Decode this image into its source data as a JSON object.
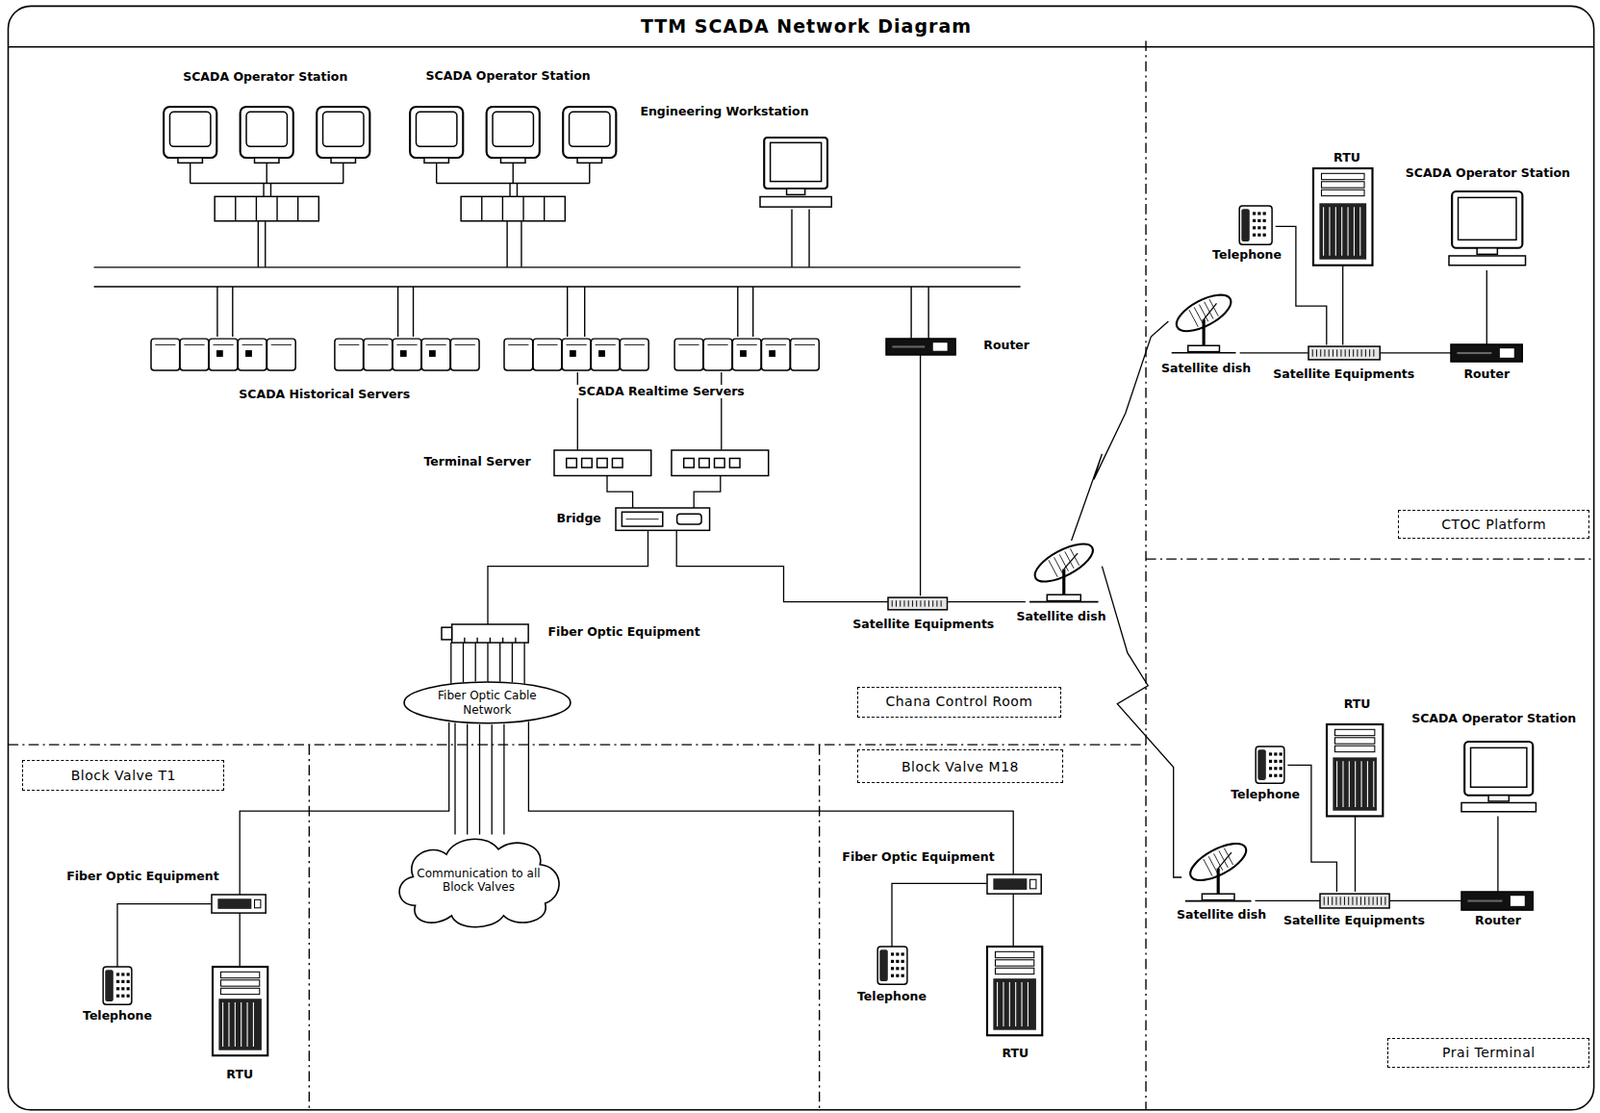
{
  "diagram": {
    "title": "TTM SCADA Network Diagram",
    "nodes": [
      {
        "text": [
          "SCADA Operator Station"
        ]
      },
      {
        "text": [
          "SCADA Operator Station"
        ]
      },
      {
        "text": [
          "Engineering Workstation"
        ]
      },
      {
        "text": [
          "SCADA Historical Servers"
        ]
      },
      {
        "text": [
          "SCADA Realtime Servers"
        ]
      },
      {
        "text": [
          "Router"
        ]
      },
      {
        "text": [
          "Terminal Server"
        ]
      },
      {
        "text": [
          "Bridge"
        ]
      },
      {
        "text": [
          "Fiber Optic Equipment"
        ]
      },
      {
        "text": [
          "Fiber Optic Cable Network"
        ]
      },
      {
        "text": [
          "Communication to all Block Valves"
        ]
      },
      {
        "text": [
          "Satellite Equipments"
        ]
      },
      {
        "text": [
          "Satellite dish"
        ]
      },
      {
        "text": [
          "Chana Control Room"
        ]
      },
      {
        "text": [
          "Block Valve T1"
        ]
      },
      {
        "text": [
          "Fiber Optic Equipment"
        ]
      },
      {
        "text": [
          "Telephone"
        ]
      },
      {
        "text": [
          "RTU"
        ]
      },
      {
        "text": [
          "Block Valve M18"
        ]
      },
      {
        "text": [
          "Fiber Optic Equipment"
        ]
      },
      {
        "text": [
          "Telephone"
        ]
      },
      {
        "text": [
          "RTU"
        ]
      },
      {
        "text": [
          "CTOC Platform"
        ]
      },
      {
        "text": [
          "Telephone"
        ]
      },
      {
        "text": [
          "RTU"
        ]
      },
      {
        "text": [
          "SCADA Operator Station"
        ]
      },
      {
        "text": [
          "Satellite dish"
        ]
      },
      {
        "text": [
          "Satellite Equipments"
        ]
      },
      {
        "text": [
          "Router"
        ]
      },
      {
        "text": [
          "Prai Terminal"
        ]
      },
      {
        "text": [
          "Telephone"
        ]
      },
      {
        "text": [
          "RTU"
        ]
      },
      {
        "text": [
          "SCADA Operator Station"
        ]
      },
      {
        "text": [
          "Satellite dish"
        ]
      },
      {
        "text": [
          "Satellite Equipments"
        ]
      },
      {
        "text": [
          "Router"
        ]
      }
    ],
    "edges": [
      {
        "from": 4,
        "to": 6,
        "arrow": "none"
      },
      {
        "from": 4,
        "to": 6,
        "arrow": "none"
      },
      {
        "from": 6,
        "to": 7,
        "arrow": "none"
      },
      {
        "from": 6,
        "to": 7,
        "arrow": "none"
      },
      {
        "from": 7,
        "to": 8,
        "arrow": "none"
      },
      {
        "from": 7,
        "to": 11,
        "arrow": "none"
      },
      {
        "from": 5,
        "to": 11,
        "arrow": "none"
      },
      {
        "from": 11,
        "to": 12,
        "arrow": "none"
      },
      {
        "from": 8,
        "to": 9,
        "arrow": "none"
      },
      {
        "from": 9,
        "to": 10,
        "arrow": "none"
      },
      {
        "from": 9,
        "to": 15,
        "arrow": "none"
      },
      {
        "from": 9,
        "to": 19,
        "arrow": "none"
      },
      {
        "from": 15,
        "to": 16,
        "arrow": "none"
      },
      {
        "from": 15,
        "to": 17,
        "arrow": "none"
      },
      {
        "from": 19,
        "to": 20,
        "arrow": "none"
      },
      {
        "from": 19,
        "to": 21,
        "arrow": "none"
      },
      {
        "from": 12,
        "to": 26,
        "arrow": "none"
      },
      {
        "from": 12,
        "to": 33,
        "arrow": "none"
      },
      {
        "from": 26,
        "to": 27,
        "arrow": "none"
      },
      {
        "from": 23,
        "to": 27,
        "arrow": "none"
      },
      {
        "from": 24,
        "to": 27,
        "arrow": "none"
      },
      {
        "from": 27,
        "to": 28,
        "arrow": "none"
      },
      {
        "from": 28,
        "to": 25,
        "arrow": "none"
      },
      {
        "from": 33,
        "to": 34,
        "arrow": "none"
      },
      {
        "from": 30,
        "to": 34,
        "arrow": "none"
      },
      {
        "from": 31,
        "to": 34,
        "arrow": "none"
      },
      {
        "from": 34,
        "to": 35,
        "arrow": "none"
      },
      {
        "from": 35,
        "to": 32,
        "arrow": "none"
      }
    ]
  }
}
